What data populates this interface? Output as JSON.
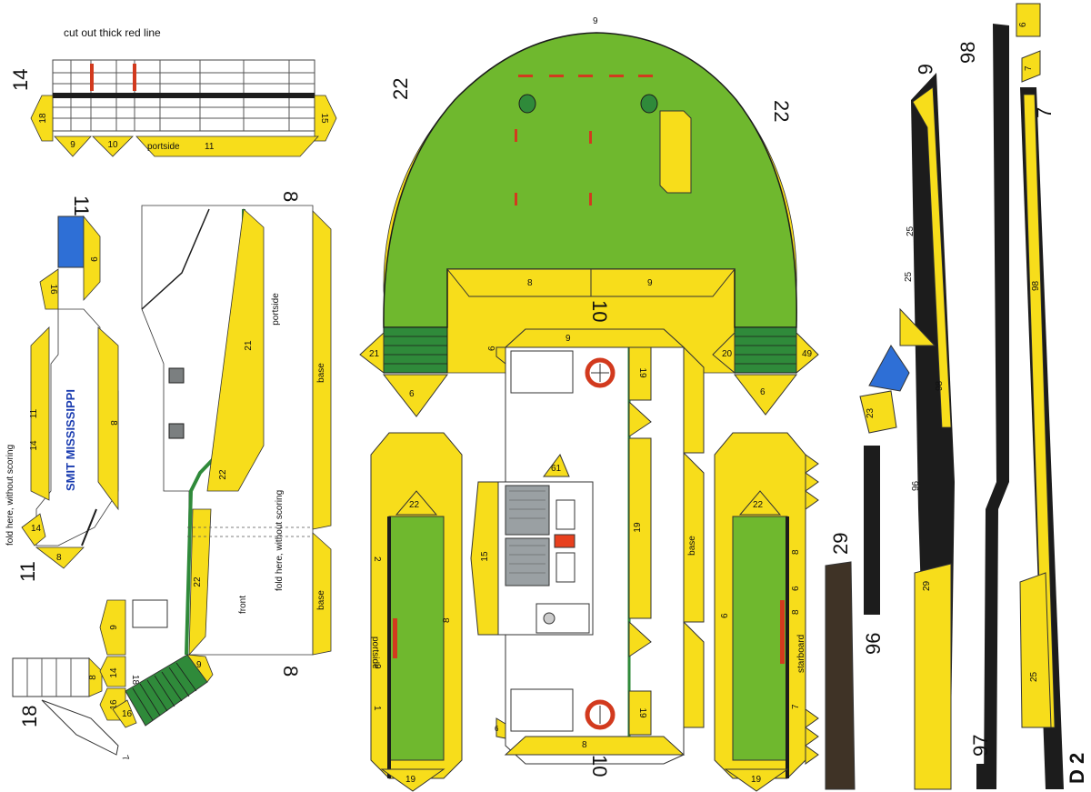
{
  "sheet": {
    "instruction": "cut out thick red line",
    "page_label": "D 2",
    "colors": {
      "yellow": "#f7dd1b",
      "green": "#6fb82e",
      "dark_green": "#2f8a3a",
      "black": "#1c1c1c",
      "blue": "#2e6fd6",
      "red": "#d23a1e",
      "wood": "#3f3326"
    }
  },
  "upper_left_part": {
    "number": "14",
    "labels": [
      "18",
      "9",
      "10",
      "portside",
      "11",
      "15"
    ]
  },
  "name_panel": {
    "number": "11",
    "name": "SMIT MISSISSIPPI",
    "fold_note": "fold here, without scoring",
    "labels": [
      "9",
      "16",
      "14",
      "11",
      "8",
      "14",
      "8",
      "11"
    ]
  },
  "side_wall": {
    "number": "8",
    "labels": [
      "portside",
      "21",
      "22",
      "22",
      "front",
      "base",
      "base",
      "8"
    ],
    "fold_note": "fold here, without scoring"
  },
  "small_parts": {
    "labels": [
      "9",
      "14",
      "16",
      "18",
      "16",
      "7",
      "9",
      "8",
      "18"
    ]
  },
  "deck": {
    "labels": [
      "22",
      "22",
      "8",
      "9",
      "10",
      "9",
      "21",
      "6",
      "20",
      "6",
      "49"
    ]
  },
  "center_part": {
    "labels": [
      "9",
      "19",
      "6",
      "19",
      "61",
      "15",
      "19",
      "base",
      "19",
      "8",
      "10",
      "6"
    ]
  },
  "left_side": {
    "labels": [
      "22",
      "portside",
      "2",
      "9",
      "1",
      "8",
      "19"
    ]
  },
  "right_side": {
    "labels": [
      "22",
      "8",
      "6",
      "8",
      "starboard",
      "7",
      "6",
      "19"
    ]
  },
  "right_parts": {
    "labels": [
      "6",
      "25",
      "98",
      "7",
      "6",
      "7",
      "98",
      "98",
      "25",
      "23",
      "96",
      "29",
      "25",
      "96",
      "29",
      "97"
    ]
  }
}
